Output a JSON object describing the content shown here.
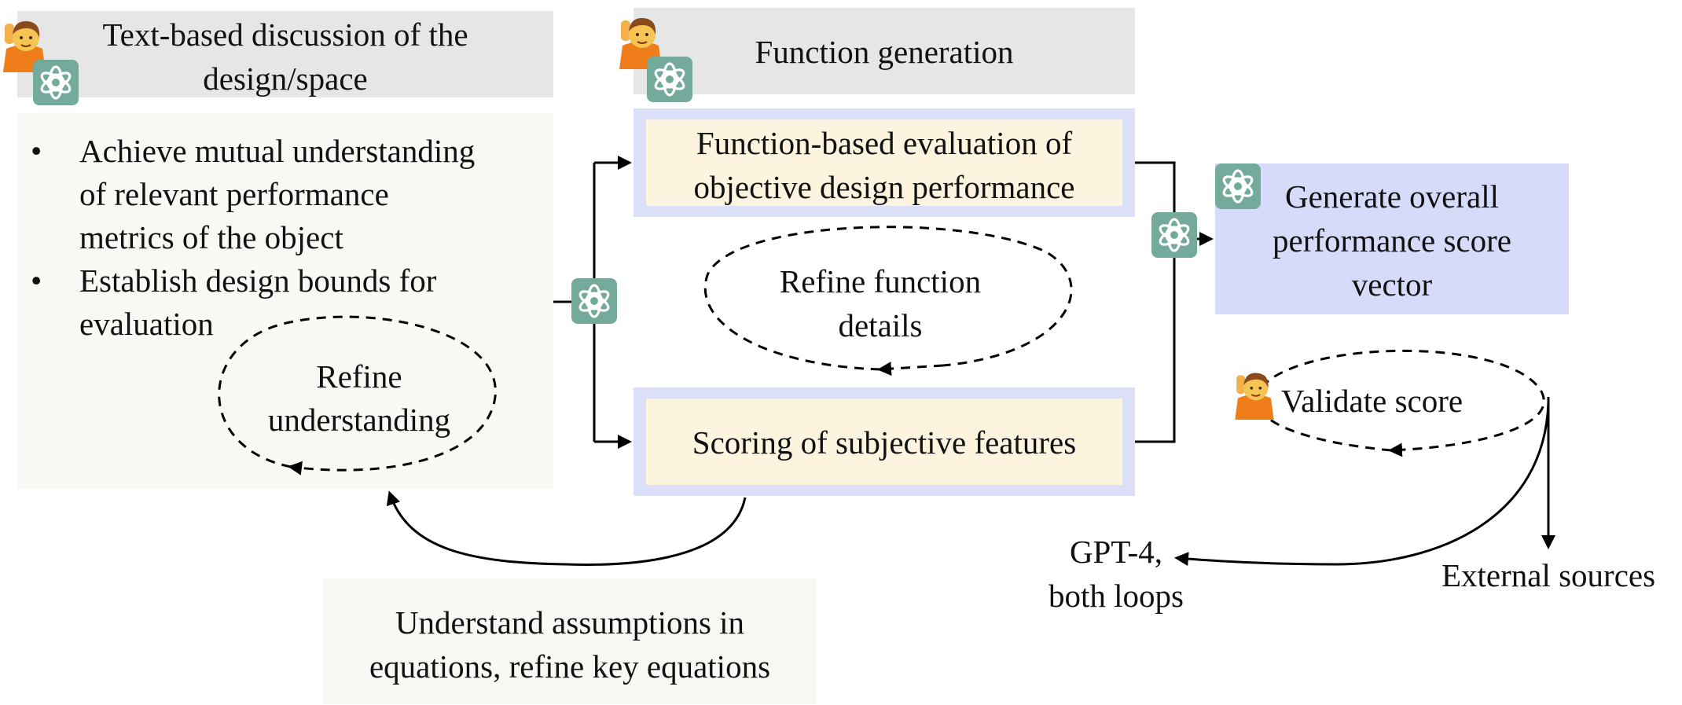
{
  "discussion": {
    "header": "Text-based discussion of the design/space",
    "header_line1": "Text-based discussion of the",
    "header_line2": "design/space",
    "bullets": [
      {
        "lines": [
          "Achieve mutual understanding",
          "of relevant performance",
          "metrics of the object"
        ]
      },
      {
        "lines": [
          "Establish design bounds for",
          "evaluation"
        ]
      }
    ],
    "loop_label_line1": "Refine",
    "loop_label_line2": "understanding"
  },
  "function_generation": {
    "header": "Function generation",
    "objective_box_line1": "Function-based evaluation of",
    "objective_box_line2": "objective design performance",
    "loop_label_line1": "Refine function",
    "loop_label_line2": "details",
    "subjective_box": "Scoring of subjective features"
  },
  "score_vector": {
    "line1": "Generate overall",
    "line2": "performance score",
    "line3": "vector"
  },
  "validate": {
    "label": "Validate score"
  },
  "outputs": {
    "gpt_line1": "GPT-4,",
    "gpt_line2": "both loops",
    "external": "External sources"
  },
  "assumptions": {
    "line1": "Understand assumptions in",
    "line2": "equations, refine key equations"
  },
  "icons": [
    "person-raising-hand-icon",
    "openai-logo-icon"
  ],
  "colors": {
    "header_gray": "#e6e6e6",
    "panel_cream": "#faf8f4",
    "frame_lavender": "#dcdff8",
    "inner_yellow": "#fcf4df",
    "vector_blue": "#d6dbf9",
    "openai_green": "#74aa9c"
  }
}
